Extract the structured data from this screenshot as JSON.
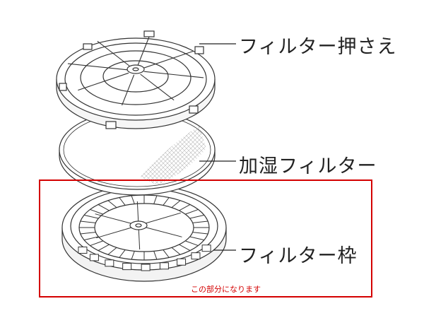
{
  "labels": {
    "filter_press": "フィルター押さえ",
    "humidify_filter": "加湿フィルター",
    "filter_frame": "フィルター枠"
  },
  "highlight": {
    "note": "この部分になります",
    "color": "#d40000"
  },
  "colors": {
    "line": "#333333",
    "mesh": "#bbbbbb",
    "frame_face": "#f3f3f3"
  }
}
